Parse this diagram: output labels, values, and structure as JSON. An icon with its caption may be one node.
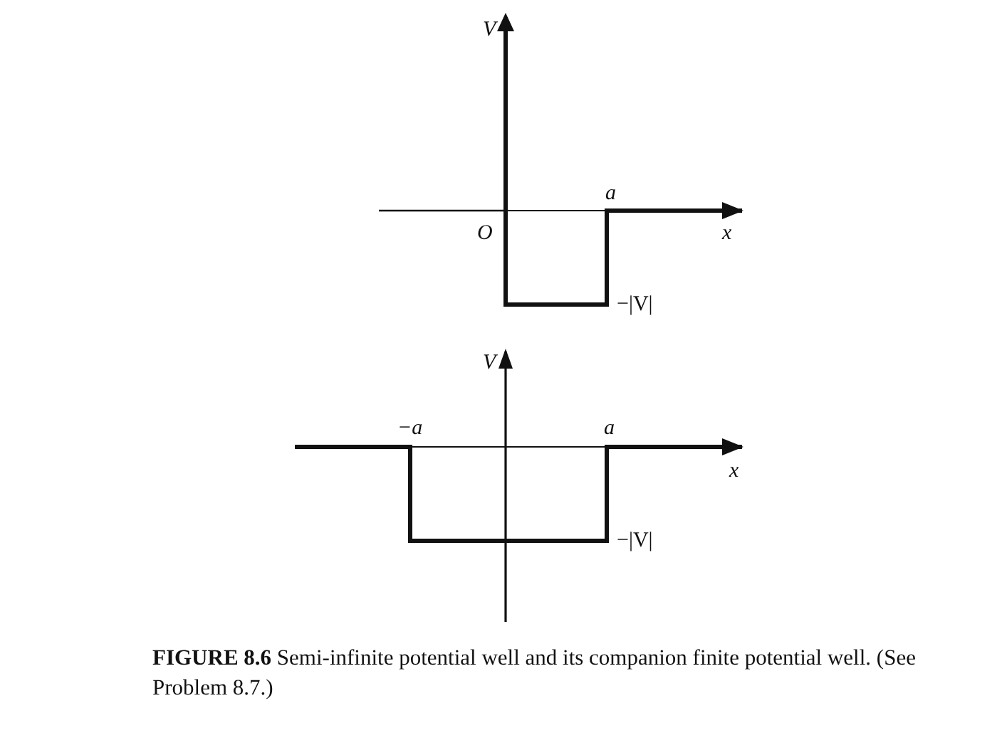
{
  "diagram": {
    "caption": "**FIGURE 8.6** Semi-infinite potential well and its companion finite potential well. (See Problem 8.7.)",
    "labels": [
      "V",
      "a",
      "O",
      "x",
      "−|V|",
      "V",
      "−a",
      "a",
      "x",
      "−|V|"
    ]
  }
}
